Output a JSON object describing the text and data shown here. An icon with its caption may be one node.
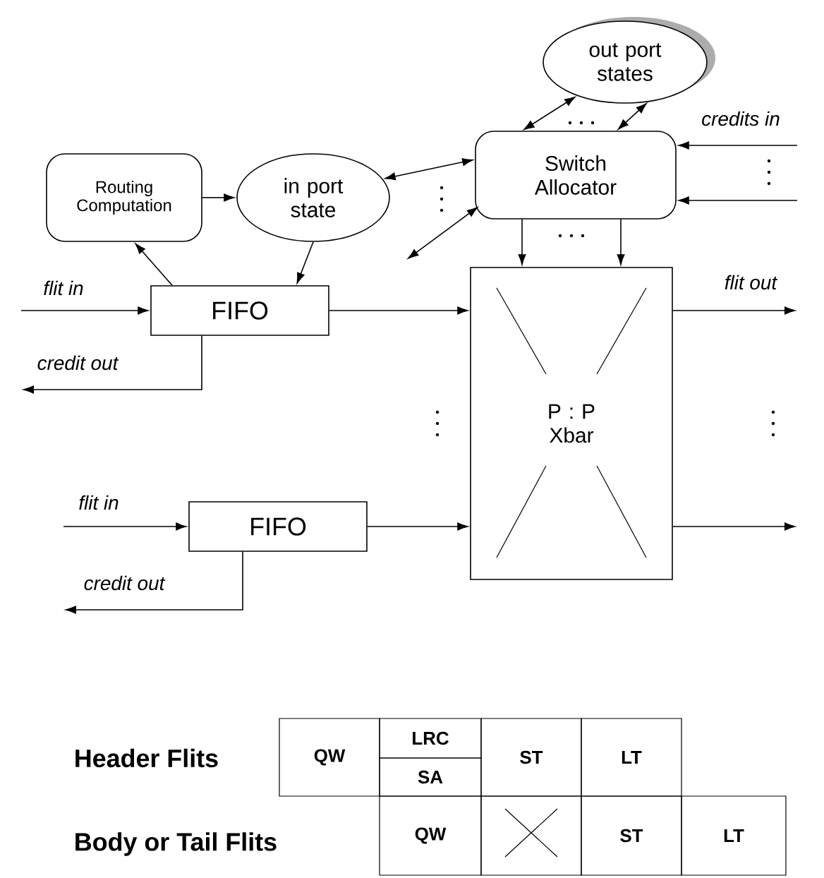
{
  "diagram": {
    "nodes": [
      {
        "text": [
          "Routing Computation"
        ]
      },
      {
        "text": [
          "in port state"
        ]
      },
      {
        "text": [
          "out port states"
        ]
      },
      {
        "text": [
          "Switch Allocator"
        ]
      },
      {
        "text": [
          "FIFO"
        ]
      },
      {
        "text": [
          "P : P Xbar"
        ]
      },
      {
        "text": [
          "FIFO"
        ]
      }
    ],
    "edges": [
      {
        "from": null,
        "to": 4,
        "arrow": "to",
        "label": "flit in"
      },
      {
        "from": 4,
        "to": null,
        "arrow": "to",
        "label": "credit out"
      },
      {
        "from": 4,
        "to": 5,
        "arrow": "to"
      },
      {
        "from": 4,
        "to": 0,
        "arrow": "to"
      },
      {
        "from": 1,
        "to": 4,
        "arrow": "to"
      },
      {
        "from": 0,
        "to": 1,
        "arrow": "to"
      },
      {
        "from": 1,
        "to": 3,
        "arrow": "both"
      },
      {
        "from": null,
        "to": 3,
        "arrow": "both"
      },
      {
        "from": 3,
        "to": 2,
        "arrow": "both"
      },
      {
        "from": 3,
        "to": 2,
        "arrow": "both"
      },
      {
        "from": null,
        "to": 3,
        "arrow": "to",
        "label": "credits in"
      },
      {
        "from": null,
        "to": 3,
        "arrow": "to"
      },
      {
        "from": 3,
        "to": 5,
        "arrow": "to"
      },
      {
        "from": 3,
        "to": 5,
        "arrow": "to"
      },
      {
        "from": 5,
        "to": null,
        "arrow": "to",
        "label": "flit out"
      },
      {
        "from": null,
        "to": 6,
        "arrow": "to",
        "label": "flit in"
      },
      {
        "from": 6,
        "to": null,
        "arrow": "to",
        "label": "credit out"
      },
      {
        "from": 6,
        "to": 5,
        "arrow": "to"
      },
      {
        "from": 5,
        "to": null,
        "arrow": "to"
      }
    ],
    "labels": [
      "Header Flits",
      "QW",
      "LRC",
      "SA",
      "ST",
      "LT",
      "Body or Tail Flits",
      "QW",
      "ST",
      "LT"
    ]
  }
}
